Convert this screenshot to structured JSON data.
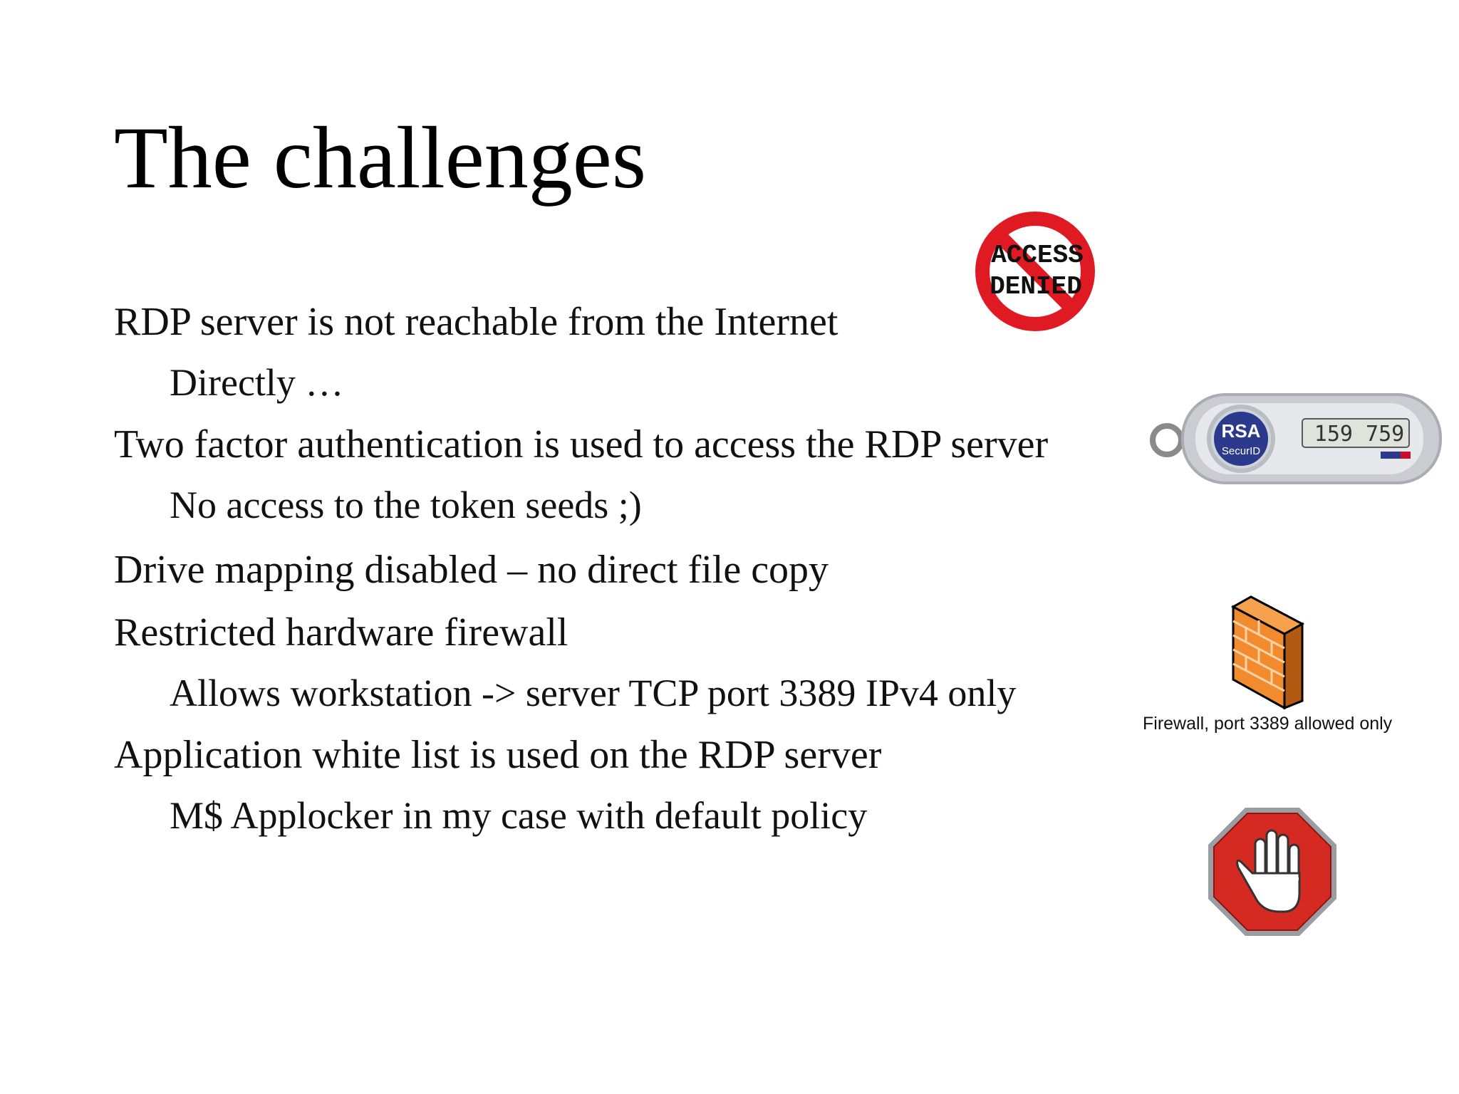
{
  "slide": {
    "title": "The challenges",
    "bullets": [
      {
        "level": 1,
        "text": "RDP server is not reachable from the Internet"
      },
      {
        "level": 2,
        "text": "Directly …"
      },
      {
        "level": 1,
        "text": "Two factor authentication is used to access the RDP server"
      },
      {
        "level": 2,
        "text": "No access to the token seeds ;)"
      },
      {
        "level": 1,
        "text": "Drive mapping disabled – no direct file copy"
      },
      {
        "level": 1,
        "text": "Restricted hardware firewall"
      },
      {
        "level": 2,
        "text": "Allows workstation -> server TCP port 3389 IPv4 only"
      },
      {
        "level": 1,
        "text": "Application white list is used on the RDP server"
      },
      {
        "level": 2,
        "text": "M$ Applocker in my case with default policy"
      }
    ]
  },
  "graphics": {
    "access_denied": {
      "icon": "access-denied-icon",
      "line1": "ACCESS",
      "line2": "DENIED",
      "color": "#e01a22"
    },
    "rsa_token": {
      "icon": "rsa-securid-token-icon",
      "brand": "RSA",
      "product": "SecurID",
      "display": "159 759",
      "brand_color": "#c8102e"
    },
    "firewall": {
      "icon": "firewall-icon",
      "caption": "Firewall, port 3389 allowed only",
      "color": "#f28a2e"
    },
    "stop_sign": {
      "icon": "stop-hand-icon",
      "color": "#d42a22"
    }
  }
}
